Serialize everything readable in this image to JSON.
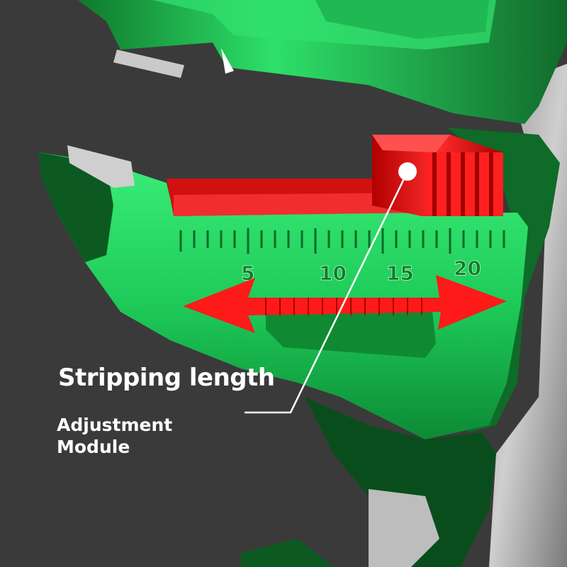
{
  "scale": {
    "labels": [
      "5",
      "10",
      "15",
      "20"
    ]
  },
  "caption": {
    "title": "Stripping length",
    "subtitle_line1": "Adjustment",
    "subtitle_line2": "Module"
  },
  "colors": {
    "background": "#3a3a3a",
    "body_green": "#23d661",
    "dark_green": "#0e6b28",
    "red_module": "#e01010",
    "arrow_red": "#ff1a1a",
    "text": "#ffffff"
  }
}
